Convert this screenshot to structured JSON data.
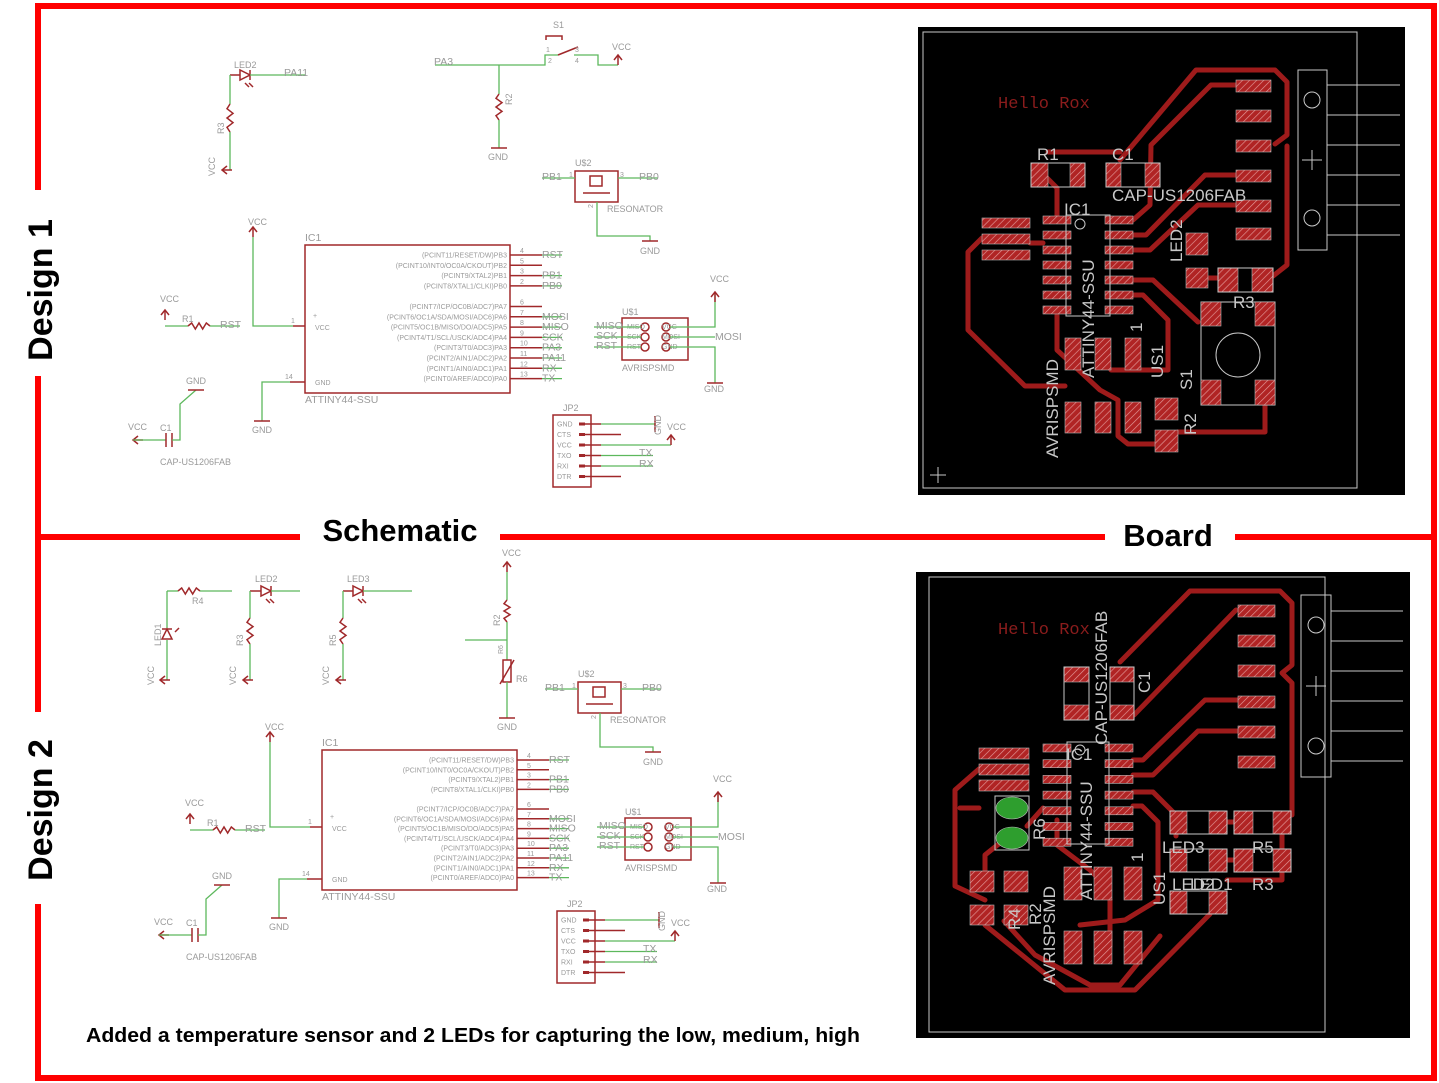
{
  "frame": {
    "design1": "Design 1",
    "design2": "Design 2",
    "schematic": "Schematic",
    "board": "Board",
    "caption": "Added a temperature sensor and 2 LEDs for capturing the low, medium, high"
  },
  "colors": {
    "frame": "#ff0000",
    "component": "#a0282a",
    "wire": "#5cb85c",
    "label": "#9a9a9a",
    "board_bg": "#000000",
    "trace": "#9e1b1b",
    "silkscreen": "#c8c8c8",
    "sensor_pad": "#2e9e2e"
  },
  "nets": {
    "vcc": "VCC",
    "gnd": "GND",
    "pa3": "PA3",
    "pa11": "PA11",
    "pb1": "PB1",
    "pb0": "PB0",
    "rst": "RST",
    "miso": "MISO",
    "mosi": "MOSI",
    "sck": "SCK",
    "tx": "TX",
    "rx": "RX"
  },
  "parts": {
    "led1": "LED1",
    "led2": "LED2",
    "led3": "LED3",
    "r1": "R1",
    "r2": "R2",
    "r3": "R3",
    "r4": "R4",
    "r5": "R5",
    "r6": "R6",
    "s1": "S1",
    "c1": "C1",
    "cap": "CAP-US1206FAB",
    "u2": "U$2",
    "resonator": "RESONATOR",
    "u1": "U$1",
    "avr": "AVRISPSMD",
    "jp2": "JP2",
    "us1": "US1",
    "ic1": "IC1",
    "attiny": "ATTINY44-SSU"
  },
  "switch_pins": [
    "1",
    "2",
    "3",
    "4"
  ],
  "resonator_pins": [
    "1",
    "2",
    "3"
  ],
  "ic": {
    "vcc_label": "VCC",
    "gnd_label": "GND",
    "vcc_pin": "1",
    "gnd_pin": "14",
    "plus": "+",
    "pins": [
      {
        "name": "(PCINT11/RESET/DW)PB3",
        "num": "4",
        "net": "RST"
      },
      {
        "name": "(PCINT10/INT0/OC0A/CKOUT)PB2",
        "num": "5",
        "net": ""
      },
      {
        "name": "(PCINT9/XTAL2)PB1",
        "num": "3",
        "net": "PB1"
      },
      {
        "name": "(PCINT8/XTAL1/CLKI)PB0",
        "num": "2",
        "net": "PB0"
      },
      {
        "name": "(PCINT7/ICP/OC0B/ADC7)PA7",
        "num": "6",
        "net": ""
      },
      {
        "name": "(PCINT6/OC1A/SDA/MOSI/ADC6)PA6",
        "num": "7",
        "net": "MOSI"
      },
      {
        "name": "(PCINT5/OC1B/MISO/DO/ADC5)PA5",
        "num": "8",
        "net": "MISO"
      },
      {
        "name": "(PCINT4/T1/SCL/USCK/ADC4)PA4",
        "num": "9",
        "net": "SCK"
      },
      {
        "name": "(PCINT3/T0/ADC3)PA3",
        "num": "10",
        "net": "PA3"
      },
      {
        "name": "(PCINT2/AIN1/ADC2)PA2",
        "num": "11",
        "net": "PA11"
      },
      {
        "name": "(PCINT1/AIN0/ADC1)PA1",
        "num": "12",
        "net": "RX"
      },
      {
        "name": "(PCINT0/AREF/ADC0)PA0",
        "num": "13",
        "net": "TX"
      }
    ]
  },
  "avr_pins": [
    "MISO",
    "SCK",
    "RST",
    "VCC",
    "MOSI",
    "GND"
  ],
  "jp2_pins": [
    "GND",
    "CTS",
    "VCC",
    "TXO",
    "RXI",
    "DTR"
  ],
  "board": {
    "silk_text": "Hello Rox",
    "pin1": "1",
    "origin": "+"
  }
}
